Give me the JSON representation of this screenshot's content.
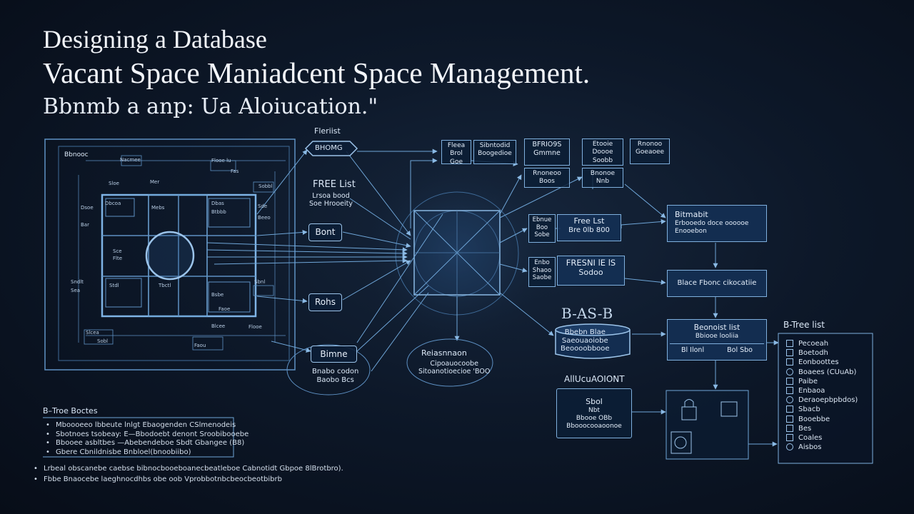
{
  "header": {
    "title_line1": "Designing a Database",
    "title_line2": "Vacant Space Maniadcent Space Management.",
    "subtitle": "Bbnmb a anp: Ua Aloiucation.\""
  },
  "floorplan": {
    "label": "Bbnooc",
    "tiny_labels": [
      "Nacmee",
      "Flooe lu",
      "Fas",
      "Sloe",
      "Mer",
      "Sobbl",
      "Dbcoa",
      "Mebs",
      "Dbas",
      "Btbbb",
      "Dsoe",
      "Bar",
      "Sde",
      "Beeo",
      "Sce",
      "Flte",
      "Sndlt",
      "Sea",
      "Stdl",
      "Tbctl",
      "Bsbe",
      "Faoe",
      "Sbnl",
      "Flooe",
      "Slcea",
      "Sobl",
      "Blcee",
      "Faou"
    ]
  },
  "free_list_group": {
    "top_label": "Fleriist",
    "hex_label": "BHOMG",
    "free_list_title": "FREE List",
    "free_list_sub": "Lrsoa bood\nSoe Hrooeity",
    "bont": "Bont",
    "rohs": "Rohs",
    "bitmap_oval_title": "Bimne",
    "bitmap_oval_sub": "Bnabo codon\nBaobo Bcs"
  },
  "center_oval": {
    "title": "Reiasnnaon",
    "sub": "Cipoauocoobe\nSitoanotioecioe 'BOO"
  },
  "top_nodes": [
    {
      "text": "Fleea\nBrol\nGoe"
    },
    {
      "text": "Sibntodid\nBoogedioe"
    },
    {
      "text": "BFRIO9S\nGmmne"
    },
    {
      "text": "Etooie\nDoooe\nSoobb"
    },
    {
      "text": "Rnonoo\nGoeaoee"
    }
  ],
  "mid_nodes": [
    {
      "text": "Rnoneoo\nBoos"
    },
    {
      "text": "Bnonoe\nNnb"
    }
  ],
  "right_nodes": {
    "bitmap_box": {
      "title": "Bitmabit",
      "sub": "Erbooedo doce oooooe\nEnooebon"
    },
    "bfree_box": {
      "text": "Blace Fbonc cikocatiie"
    },
    "freelist_small": {
      "title": "Free Lst",
      "sub": "Bre 0lb 800"
    },
    "frees_box": {
      "title": "FRESNI lE lS",
      "sub": "Sodoo"
    },
    "small_a": {
      "text": "Ebnue\nBoo\nSobe"
    },
    "small_b": {
      "text": "Enbo\nShaoo\nSaobe"
    },
    "cylinder": {
      "text": "Bbebn Blae\nSaeouaoiobe\nBeoooobbooe"
    },
    "cyl_label": "B-AS-B",
    "segment_box": {
      "title": "Beonoist list",
      "sub": "Bbiooe looliia",
      "left": "Bl Ilonl",
      "right": "Bol Sbo"
    },
    "alloc_title": "AllUcuAOIONT",
    "alloc_box": {
      "title": "Sbol",
      "sub": "Nbt\nBbooe OBb\nBbooocooaoonoe"
    }
  },
  "btree_list": {
    "title": "B-Tree list",
    "items": [
      {
        "text": "Pecoeah",
        "shape": "sq"
      },
      {
        "text": "Boetodh",
        "shape": "sq"
      },
      {
        "text": "Eonboottes",
        "shape": "sq"
      },
      {
        "text": "Boaees (CUuAb)",
        "shape": "circ"
      },
      {
        "text": "Paibe",
        "shape": "sq"
      },
      {
        "text": "Enbaoa",
        "shape": "sq"
      },
      {
        "text": "Deraoepbpbdos)",
        "shape": "circ"
      },
      {
        "text": "Sbacb",
        "shape": "sq"
      },
      {
        "text": "Booebbe",
        "shape": "sq"
      },
      {
        "text": "Bes",
        "shape": "sq"
      },
      {
        "text": "Coales",
        "shape": "sq"
      },
      {
        "text": "Aisbos",
        "shape": "circ"
      }
    ]
  },
  "legend": {
    "title": "B–Troe Boctes",
    "items": [
      "Mboooeeo lbbeute lnlgt Ebaogenden CSlmenodeis",
      "Sbotnoes tsobeay: E—Bbodoebt denont Sroobibooebe",
      "Bbooee asbltbes —Abebendeboe Sbdt Gbangee (B8)",
      "Gbere Cbnildnisbe Bnbloel(bnoobiibo)"
    ],
    "notes": [
      "Lrbeal obscanebe caebse bibnocbooeboanecbeatleboe Cabnotidt Gbpoe 8lBrotbro).",
      "Fbbe Bnaocebe laeghnocdhbs obe oob Vprobbotnbcbeocbeotbibrb"
    ]
  },
  "colors": {
    "line": "#6fa6d8",
    "accent": "#9cc4ea",
    "background": "#0d1829"
  }
}
